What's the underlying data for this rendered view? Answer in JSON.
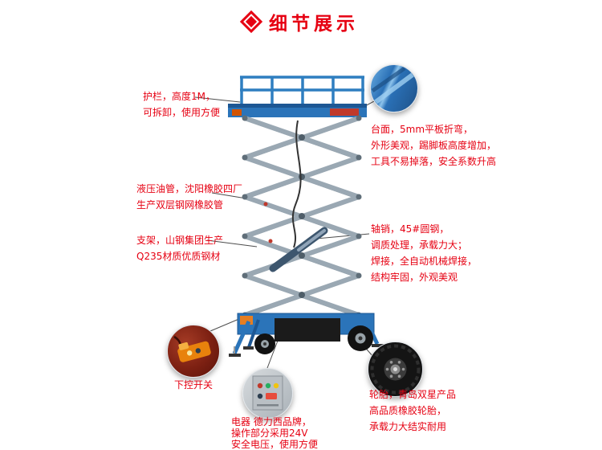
{
  "header": {
    "title": "细节展示"
  },
  "theme": {
    "accent_red": "#e60012",
    "machine_blue": "#2b74b9",
    "scissor_gray": "#9aa8b3"
  },
  "callouts": {
    "guardrail": {
      "text": "护栏，高度1M，\n可拆卸，使用方便"
    },
    "platform": {
      "text": "台面，5mm平板折弯，\n外形美观，踢脚板高度增加，\n工具不易掉落，安全系数升高"
    },
    "hydraulic_hose": {
      "text": "液压油管，沈阳橡胶四厂\n生产双层钢网橡胶管"
    },
    "frame": {
      "text": "支架，山钢集团生产\nQ235材质优质钢材"
    },
    "axle_pin": {
      "text": "轴销，45#圆钢，\n调质处理，承载力大；\n焊接，全自动机械焊接，\n结构牢固，外观美观"
    },
    "lower_control": {
      "text": "下控开关"
    },
    "electric": {
      "text": "电器 德力西品牌，\n操作部分采用24V\n安全电压，使用方便"
    },
    "tire": {
      "text": "轮胎，青岛双星产品\n高品质橡胶轮胎，\n承载力大结实耐用"
    }
  },
  "detail_photos": [
    {
      "name": "platform-edge-photo"
    },
    {
      "name": "remote-control-photo"
    },
    {
      "name": "control-panel-photo"
    },
    {
      "name": "tire-photo"
    }
  ]
}
